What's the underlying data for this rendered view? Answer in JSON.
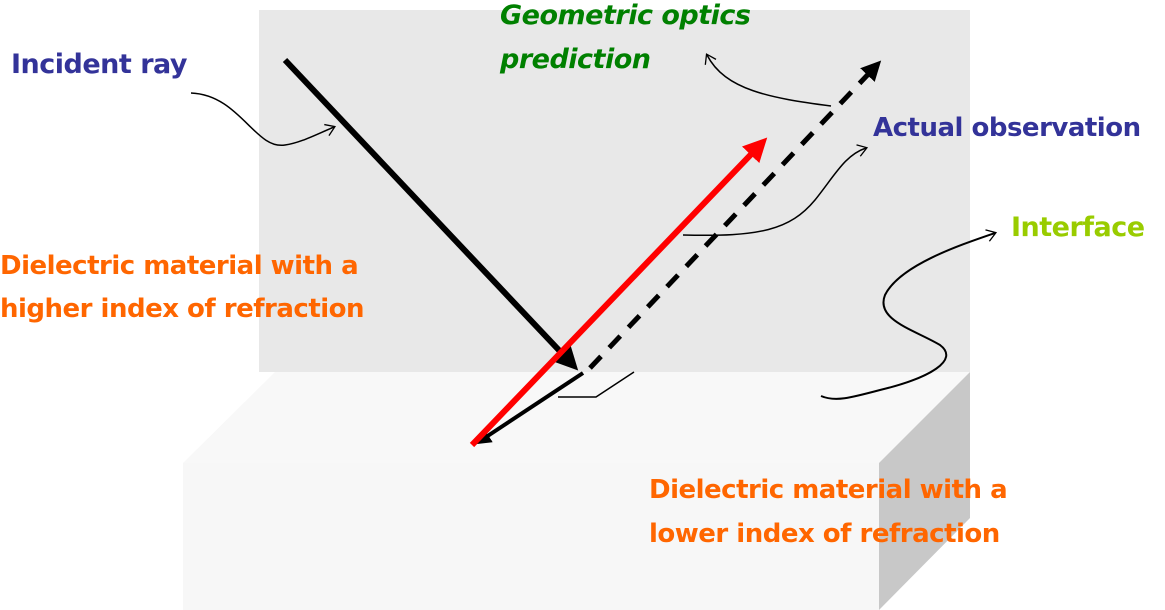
{
  "labels": {
    "incident_ray": "Incident ray",
    "geometric_prediction_line1": "Geometric optics",
    "geometric_prediction_line2": "prediction",
    "actual_observation": "Actual observation",
    "interface": "Interface",
    "higher_index_line1": "Dielectric material with a",
    "higher_index_line2": "higher index of refraction",
    "lower_index_line1": "Dielectric material with a",
    "lower_index_line2": "lower index of refraction"
  },
  "colors": {
    "incident_label": "#333399",
    "geometric_label": "#008000",
    "actual_label": "#333399",
    "interface_label": "#99cc00",
    "material_label": "#ff6600",
    "actual_ray": "#ff0000",
    "incident_ray": "#000000",
    "back_panel": "#e8e8e8",
    "block_top": "#f8f8f8",
    "block_front": "#f7f7f7",
    "block_side": "#c8c8c8"
  }
}
